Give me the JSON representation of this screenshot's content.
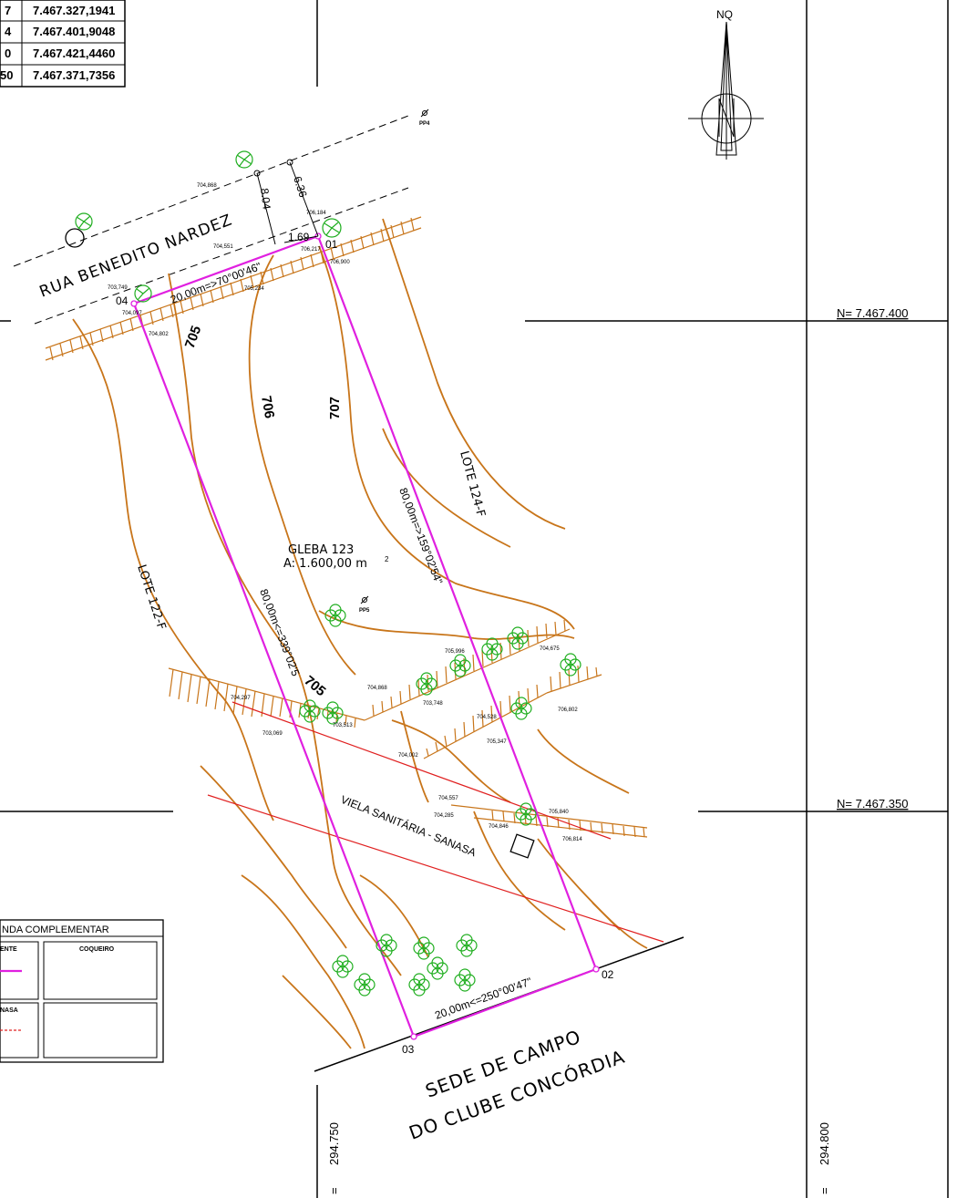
{
  "coordinate_table": {
    "rows": [
      {
        "id_fragment": "7",
        "northing": "7.467.327,1941"
      },
      {
        "id_fragment": "4",
        "northing": "7.467.401,9048"
      },
      {
        "id_fragment": "0",
        "northing": "7.467.421,4460"
      },
      {
        "id_fragment": "50",
        "northing": "7.467.371,7356"
      }
    ]
  },
  "north_label": "NQ",
  "grid": {
    "n_400": "N= 7.467.400",
    "n_350": "N= 7.467.350",
    "e_750": "294.750",
    "e_800": "294.800",
    "e_750_prefix": "=",
    "e_800_prefix": "="
  },
  "street": "RUA BENEDITO NARDEZ",
  "vertices": {
    "v01": "01",
    "v02": "02",
    "v03": "03",
    "v04": "04"
  },
  "survey_points": {
    "pp4": "PP4",
    "pp5": "PP5"
  },
  "dimensions": {
    "front": "20,00m=>70°00'46\"",
    "right": "80,00m=>159°02'54\"",
    "left": "80,00m<=339°02'5",
    "back": "20,00m<=250°00'47\"",
    "offset_a": "8.04",
    "offset_b": "6.36",
    "offset_c": "1.69"
  },
  "contour_labels": {
    "c705a": "705",
    "c706": "706",
    "c707": "707",
    "c705b": "705"
  },
  "parcel": {
    "name": "GLEBA 123",
    "area": "A: 1.600,00 m",
    "area_sup": "2"
  },
  "lots": {
    "right": "LOTE 124-F",
    "left": "LOTE 122-F"
  },
  "easement": "VIELA SANITÁRIA - SANASA",
  "club": {
    "line1": "SEDE DE CAMPO",
    "line2": "DO CLUBE CONCÓRDIA"
  },
  "elevations": {
    "e1": "704,868",
    "e2": "706,184",
    "e3": "704,551",
    "e4": "706,217",
    "e5": "706,900",
    "e6": "703,749",
    "e7": "704,097",
    "e8": "705,234",
    "e9": "704,802",
    "e10": "705,996",
    "e11": "704,675",
    "e12": "704,868",
    "e13": "703,748",
    "e14": "704,297",
    "e15": "703,513",
    "e16": "703,069",
    "e17": "704,528",
    "e18": "706,802",
    "e19": "705,347",
    "e20": "704,002",
    "e21": "704,557",
    "e22": "704,285",
    "e23": "705,840",
    "e24": "704,846",
    "e25": "706,814"
  },
  "legend": {
    "title": "NDA COMPLEMENTAR",
    "cell1": "ENTE",
    "cell2": "COQUEIRO",
    "cell3": "NASA"
  },
  "colors": {
    "parcel": "#e020e0",
    "contour": "#c8751a",
    "vegetation": "#1fae1f",
    "easement": "#e02020",
    "linework": "#000000"
  }
}
